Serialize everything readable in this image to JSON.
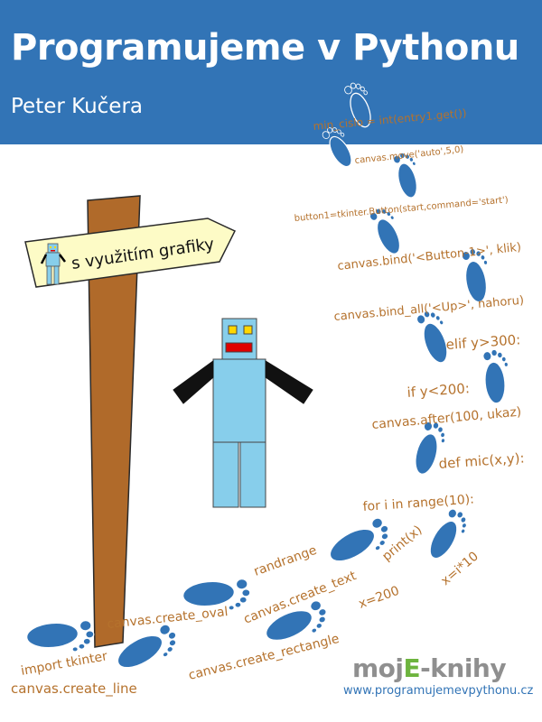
{
  "cover": {
    "title": "Programujeme v Pythonu",
    "author": "Peter Kučera",
    "signpost_text": "s využitím grafiky"
  },
  "code_snippets": [
    "min_cislo = int(entry1.get())",
    "canvas.move('auto',5,0)",
    "button1=tkinter.Button(start,command='start')",
    "canvas.bind('<Button-1>', klik)",
    "canvas.bind_all('<Up>', nahoru)",
    "elif y>300:",
    "if y<200:",
    "canvas.after(100, ukaz)",
    "def mic(x,y):",
    "for i in range(10):",
    "print(x)",
    "randrange",
    "canvas.create_text",
    "x=i*10",
    "canvas.create_oval",
    "x=200",
    "canvas.create_rectangle",
    "import tkinter",
    "canvas.create_line"
  ],
  "publisher": {
    "logo_text_1": "moj",
    "logo_text_2": "E",
    "logo_text_3": "-knihy",
    "url": "www.programujemevpythonu.cz"
  },
  "colors": {
    "header_blue": "#3274b6",
    "footprint_blue": "#3274b6",
    "code_brown": "#b5722d",
    "post_brown": "#b06a2a",
    "sign_yellow": "#fdfbc6",
    "robot_blue": "#87ceeb",
    "robot_eye": "#ffd700",
    "robot_mouth": "#e00000",
    "logo_green": "#6db43e"
  }
}
